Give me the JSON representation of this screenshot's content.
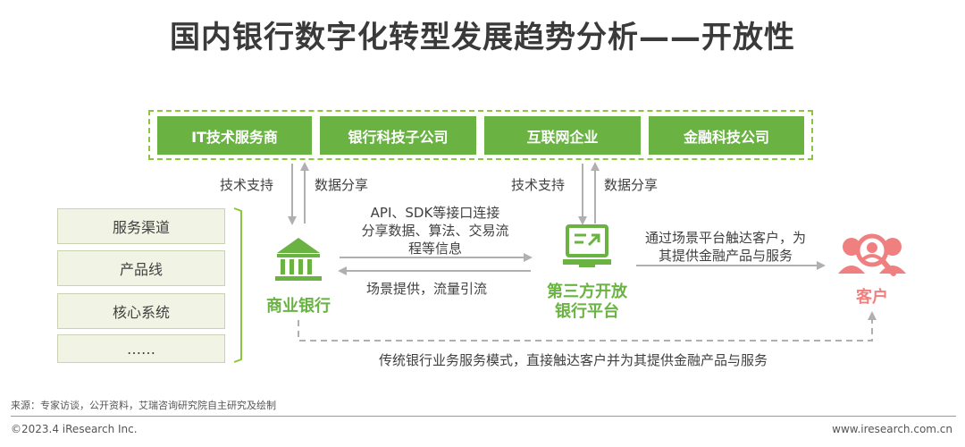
{
  "title": "国内银行数字化转型发展趋势分析——开放性",
  "partners": [
    "IT技术服务商",
    "银行科技子公司",
    "互联网企业",
    "金融科技公司"
  ],
  "left_flow": {
    "down_label": "技术支持",
    "up_label": "数据分享"
  },
  "right_flow": {
    "down_label": "技术支持",
    "up_label": "数据分享"
  },
  "bank_components": [
    "服务渠道",
    "产品线",
    "核心系统",
    "……"
  ],
  "bank_label": "商业银行",
  "platform_label_line1": "第三方开放",
  "platform_label_line2": "银行平台",
  "customer_label": "客户",
  "bank_to_platform_lines": [
    "API、SDK等接口连接",
    "分享数据、算法、交易流",
    "程等信息"
  ],
  "platform_to_bank": "场景提供，流量引流",
  "platform_to_customer_lines": [
    "通过场景平台触达客户，为",
    "其提供金融产品与服务"
  ],
  "traditional_path": "传统银行业务服务模式，直接触达客户并为其提供金融产品与服务",
  "source": "来源：专家访谈，公开资料，艾瑞咨询研究院自主研究及绘制",
  "copyright": "©2023.4 iResearch Inc.",
  "website": "www.iresearch.com.cn",
  "colors": {
    "green": "#6ab343",
    "red": "#f08080",
    "arrow": "#b0b0b0",
    "box_fill": "#f1f4e4"
  },
  "icons": {
    "bank": "bank-icon",
    "platform": "monitor-icon",
    "customer": "customer-icon"
  }
}
